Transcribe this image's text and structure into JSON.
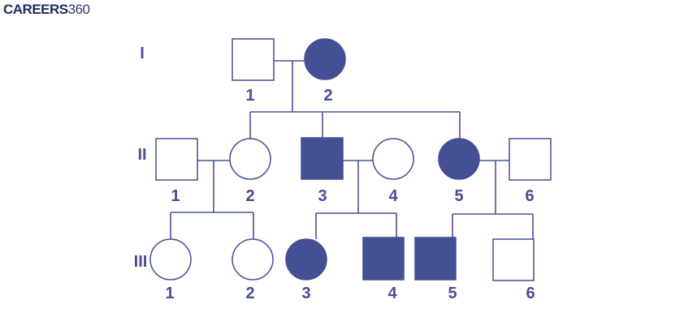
{
  "logo": {
    "bold": "CAREERS",
    "light": "360"
  },
  "generations": [
    {
      "roman": "I",
      "members": [
        {
          "label": "1",
          "sex": "male",
          "affected": false
        },
        {
          "label": "2",
          "sex": "female",
          "affected": true
        }
      ]
    },
    {
      "roman": "II",
      "members": [
        {
          "label": "1",
          "sex": "male",
          "affected": false
        },
        {
          "label": "2",
          "sex": "female",
          "affected": false
        },
        {
          "label": "3",
          "sex": "male",
          "affected": true
        },
        {
          "label": "4",
          "sex": "female",
          "affected": false
        },
        {
          "label": "5",
          "sex": "female",
          "affected": true
        },
        {
          "label": "6",
          "sex": "male",
          "affected": false
        }
      ]
    },
    {
      "roman": "III",
      "members": [
        {
          "label": "1",
          "sex": "female",
          "affected": false
        },
        {
          "label": "2",
          "sex": "female",
          "affected": false
        },
        {
          "label": "3",
          "sex": "female",
          "affected": true
        },
        {
          "label": "4",
          "sex": "male",
          "affected": true
        },
        {
          "label": "5",
          "sex": "male",
          "affected": true
        },
        {
          "label": "6",
          "sex": "male",
          "affected": false
        }
      ]
    }
  ],
  "colors": {
    "affected": "#454f93",
    "line": "#4a5396"
  }
}
